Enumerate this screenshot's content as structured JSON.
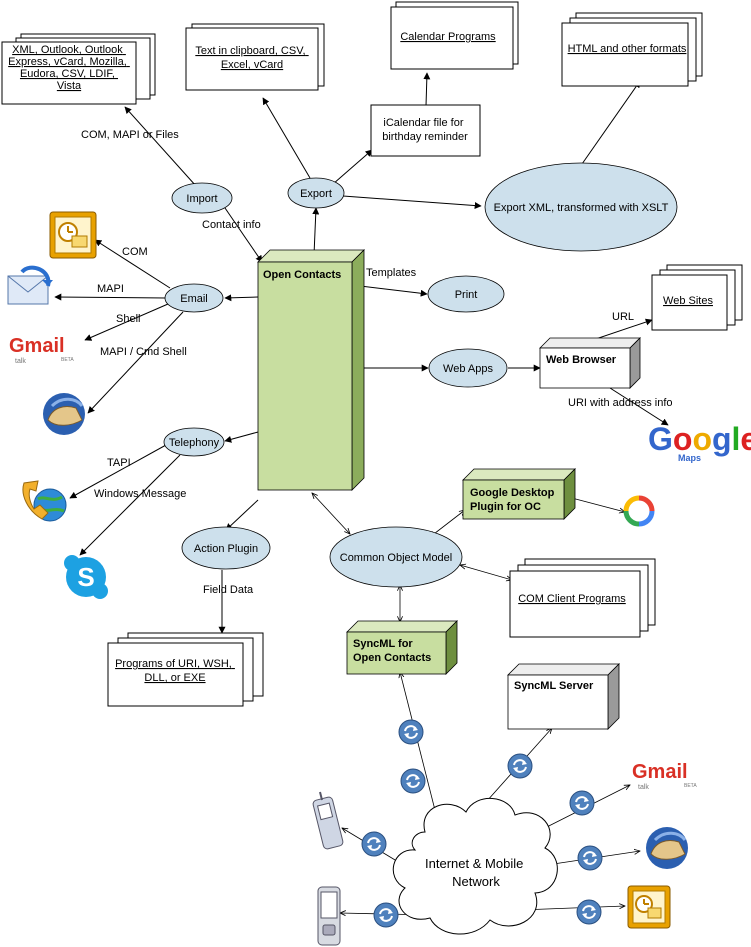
{
  "hub": {
    "title": "Open Contacts"
  },
  "nodes": {
    "import": "Import",
    "export": "Export",
    "email": "Email",
    "telephony": "Telephony",
    "action_plugin": "Action Plugin",
    "print": "Print",
    "web_apps": "Web Apps",
    "export_xml": "Export XML, transformed with XSLT",
    "com_model": "Common Object Model",
    "web_browser": "Web Browser",
    "google_desktop_1": "Google Desktop",
    "google_desktop_2": "Plugin for OC",
    "syncml_oc_1": "SyncML for",
    "syncml_oc_2": "Open Contacts",
    "syncml_server": "SyncML Server",
    "cloud_1": "Internet & Mobile",
    "cloud_2": "Network"
  },
  "docs": {
    "import_formats": [
      "XML, Outlook, Outlook",
      "Express, vCard, Mozilla,",
      "Eudora, CSV, LDIF,",
      "Vista"
    ],
    "export_text": [
      "Text in clipboard, CSV,",
      "Excel, vCard"
    ],
    "calendar": "Calendar Programs",
    "html_formats": "HTML and other formats",
    "web_sites": "Web Sites",
    "com_clients": "COM Client Programs",
    "uri_programs": [
      "Programs of URI, WSH,",
      "DLL, or EXE"
    ],
    "ical": [
      "iCalendar file for",
      "birthday reminder"
    ]
  },
  "edges": {
    "com_mapi_files": "COM, MAPI or Files",
    "contact_info": "Contact info",
    "com": "COM",
    "mapi": "MAPI",
    "shell": "Shell",
    "mapi_cmd": "MAPI / Cmd Shell",
    "templates": "Templates",
    "tapi": "TAPI",
    "windows_message": "Windows Message",
    "field_data": "Field Data",
    "url": "URL",
    "uri_address": "URI with address info"
  },
  "logos": {
    "gmail": "Gmail",
    "gmail_sub": "talk",
    "gmail_beta": "BETA",
    "google": "Google",
    "google_maps": "Maps"
  },
  "icons": [
    "outlook-icon",
    "outlook-express-icon",
    "gmail-logo",
    "thunderbird-icon",
    "phone-globe-icon",
    "skype-icon",
    "google-desktop-icon",
    "sync-icon",
    "mobile-phone-icon",
    "pda-icon",
    "google-maps-logo"
  ],
  "colors": {
    "ellipse_fill": "#cde0ec",
    "hub_fill": "#c8dea0",
    "hub_dark": "#8cad5c",
    "sync_fill": "#4f81bd",
    "box_fill": "#ffffff"
  }
}
